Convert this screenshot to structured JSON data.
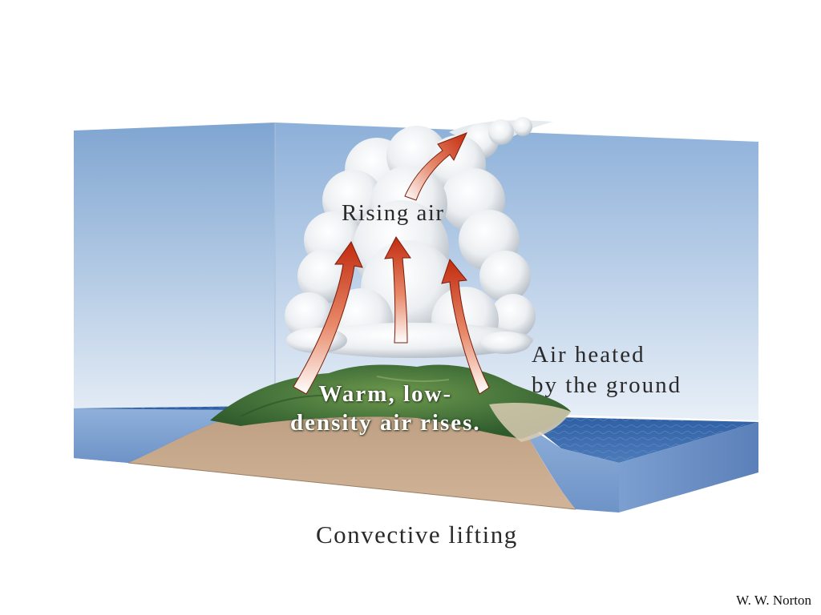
{
  "labels": {
    "rising_air": "Rising air",
    "heated_line1": "Air heated",
    "heated_line2": "by the ground",
    "warm_line1": "Warm, low-",
    "warm_line2": "density air rises.",
    "caption": "Convective lifting",
    "credit": "W. W. Norton"
  },
  "colors": {
    "sky_top": "#7fa6d3",
    "sky_bottom": "#dfe9f4",
    "water": "#3f70ad",
    "land_cross_section": "#c9a98c",
    "vegetation": "#4f7d3a",
    "arrow_red": "#c02a10"
  },
  "icons": [
    "upward-arrow-icon"
  ]
}
